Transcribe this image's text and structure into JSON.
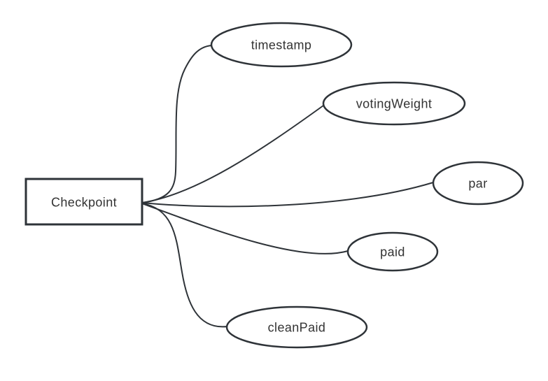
{
  "colors": {
    "background": "#ffffff",
    "node_stroke": "#2e3338",
    "edge_stroke": "#2e3338",
    "node_fill": "#ffffff",
    "text": "#333333"
  },
  "diagram": {
    "type": "entity-attribute-graph",
    "entity": {
      "label": "Checkpoint"
    },
    "attributes": [
      {
        "label": "timestamp"
      },
      {
        "label": "votingWeight"
      },
      {
        "label": "par"
      },
      {
        "label": "paid"
      },
      {
        "label": "cleanPaid"
      }
    ],
    "edges": [
      {
        "from": "Checkpoint",
        "to": "timestamp"
      },
      {
        "from": "Checkpoint",
        "to": "votingWeight"
      },
      {
        "from": "Checkpoint",
        "to": "par"
      },
      {
        "from": "Checkpoint",
        "to": "paid"
      },
      {
        "from": "Checkpoint",
        "to": "cleanPaid"
      }
    ]
  }
}
